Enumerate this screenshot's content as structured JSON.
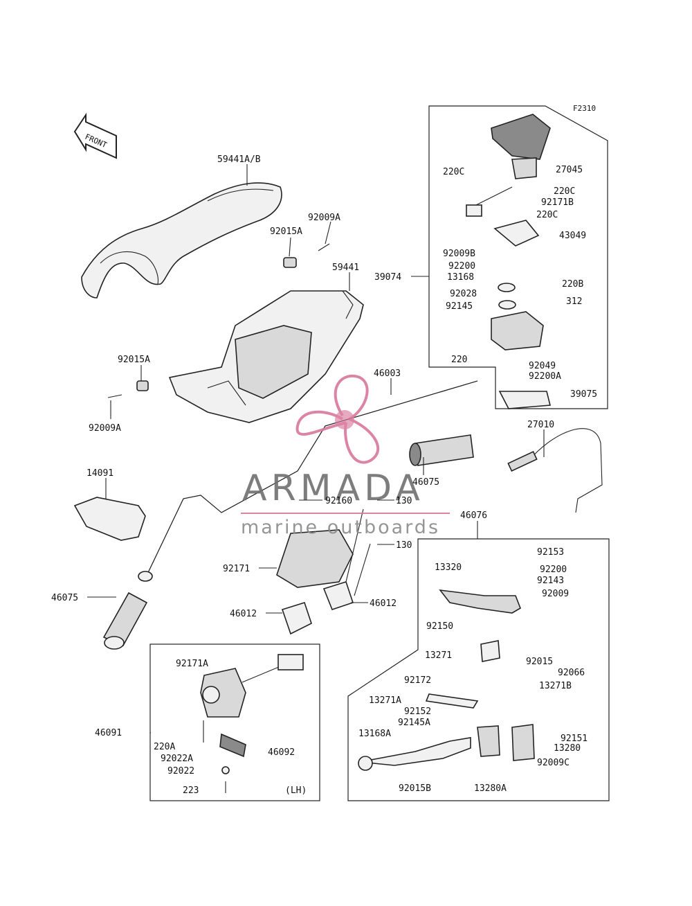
{
  "figure_code": "F2310",
  "front_arrow": "FRONT",
  "watermark": {
    "brand": "ARMADA",
    "tagline": "marine outboards",
    "color": "#d9779a"
  },
  "side_note": "(LH)",
  "labels": {
    "p59441AB": "59441A/B",
    "p92009A_top": "92009A",
    "p92015A_top": "92015A",
    "p59441": "59441",
    "p92015A_left": "92015A",
    "p92009A_left": "92009A",
    "p46003": "46003",
    "p27010": "27010",
    "p14091": "14091",
    "p46075_right": "46075",
    "p92160": "92160",
    "p130_a": "130",
    "p130_b": "130",
    "p46076": "46076",
    "p92171": "92171",
    "p46012_left": "46012",
    "p46012_right": "46012",
    "p46075_left": "46075",
    "p39074": "39074",
    "p220C_a": "220C",
    "p27045": "27045",
    "p220C_b": "220C",
    "p92171B": "92171B",
    "p220C_c": "220C",
    "p43049": "43049",
    "p92009B": "92009B",
    "p92200_a": "92200",
    "p13168": "13168",
    "p220B": "220B",
    "p92028": "92028",
    "p312": "312",
    "p92145": "92145",
    "p220": "220",
    "p92049": "92049",
    "p92200A": "92200A",
    "p39075": "39075",
    "p92153": "92153",
    "p92200_b": "92200",
    "p13320": "13320",
    "p92143": "92143",
    "p92009": "92009",
    "p92150": "92150",
    "p92015": "92015",
    "p13271": "13271",
    "p92066": "92066",
    "p92172": "92172",
    "p13271B": "13271B",
    "p13271A": "13271A",
    "p92152": "92152",
    "p92145A": "92145A",
    "p92151": "92151",
    "p13168A": "13168A",
    "p13280": "13280",
    "p92009C": "92009C",
    "p92015B": "92015B",
    "p13280A": "13280A",
    "p92171A": "92171A",
    "p46091": "46091",
    "p220A": "220A",
    "p46092": "46092",
    "p92022A": "92022A",
    "p92022": "92022",
    "p223": "223"
  }
}
